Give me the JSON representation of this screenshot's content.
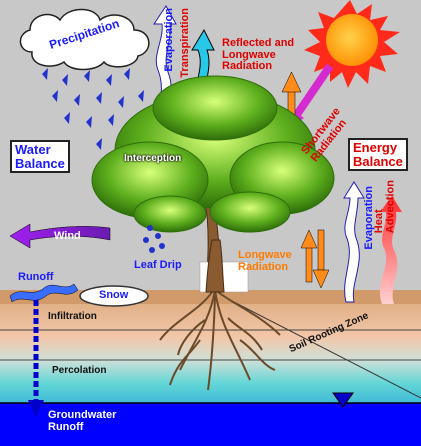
{
  "labels": {
    "precipitation": "Precipitation",
    "evaporation_left": "Evaporation",
    "transpiration": "Transpiration",
    "reflected": "Reflected and\nLongwave\nRadiation",
    "water_balance": "Water\nBalance",
    "interception": "Interception",
    "shortwave": "Shortwave\nRadiation",
    "energy_balance": "Energy\nBalance",
    "evaporation_right": "Evaporation",
    "heat_advection": "Heat\nAdvection",
    "wind": "Wind",
    "leaf_drip": "Leaf Drip",
    "longwave": "Longwave\nRadiation",
    "runoff": "Runoff",
    "snow": "Snow",
    "infiltration": "Infiltration",
    "percolation": "Percolation",
    "soil_rooting_zone": "Soil Rooting Zone",
    "groundwater_runoff": "Groundwater\nRunoff"
  },
  "colors": {
    "sky": "#c8c8c8",
    "soil": "#e2b48c",
    "groundwater": "#0000ff",
    "accent_red": "#e00000",
    "accent_blue": "#1a1aff",
    "sun": "#ff8c00"
  },
  "icons": [
    "sun-icon",
    "cloud-icon",
    "tree-icon",
    "water-table-icon"
  ]
}
